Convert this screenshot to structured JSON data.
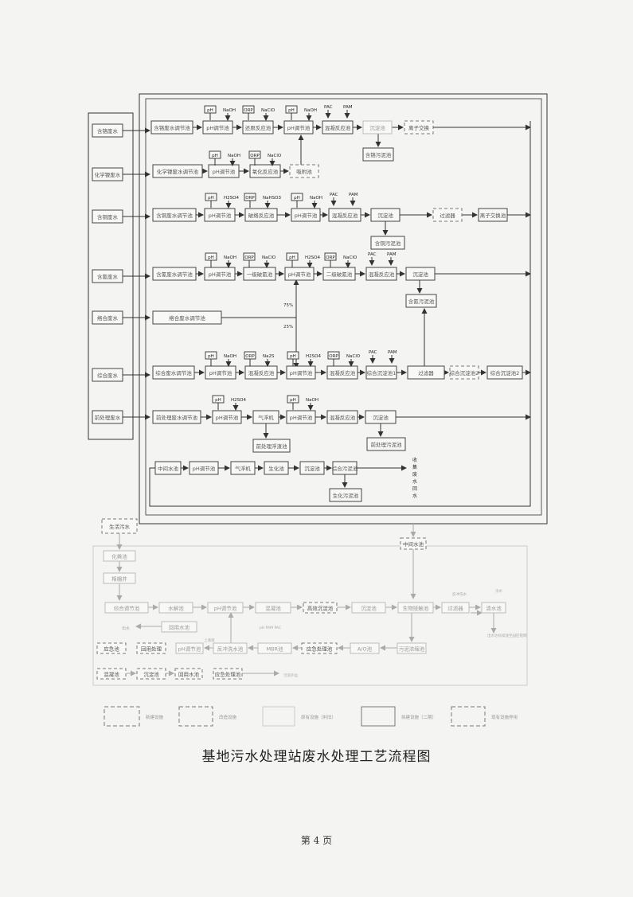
{
  "title": "基地污水处理站废水处理工艺流程图",
  "page_number": "第 4 页",
  "side_annotations": {
    "pct_75": "75%",
    "pct_25": "25%",
    "vertical_label": "收集废水回水"
  },
  "sources": [
    {
      "id": "s1",
      "label": "含铬废水"
    },
    {
      "id": "s2",
      "label": "化学镍废水"
    },
    {
      "id": "s3",
      "label": "含铜废水"
    },
    {
      "id": "s4",
      "label": "含氰废水"
    },
    {
      "id": "s5",
      "label": "络合废水"
    },
    {
      "id": "s6",
      "label": "综合废水"
    },
    {
      "id": "s7",
      "label": "前处理废水"
    }
  ],
  "boxes": [
    {
      "id": "r1_0",
      "label": "含铬废水调节池"
    },
    {
      "id": "r1_1",
      "label": "pH调节池"
    },
    {
      "id": "r1_2",
      "label": "还原反应池"
    },
    {
      "id": "r1_3",
      "label": "pH调节池"
    },
    {
      "id": "r1_4",
      "label": "混凝反应池"
    },
    {
      "id": "r1_5",
      "label": "沉淀池"
    },
    {
      "id": "r1_6",
      "label": "离子交换"
    },
    {
      "id": "r1_7",
      "label": "含铬污泥池"
    },
    {
      "id": "r2_0",
      "label": "化学镍废水调节池"
    },
    {
      "id": "r2_1",
      "label": "pH调节池"
    },
    {
      "id": "r2_2",
      "label": "氧化反应池"
    },
    {
      "id": "r2_3",
      "label": "吸附池"
    },
    {
      "id": "r3_0",
      "label": "含铜废水调节池"
    },
    {
      "id": "r3_1",
      "label": "pH调节池"
    },
    {
      "id": "r3_2",
      "label": "破络反应池"
    },
    {
      "id": "r3_3",
      "label": "pH调节池"
    },
    {
      "id": "r3_4",
      "label": "混凝反应池"
    },
    {
      "id": "r3_5",
      "label": "沉淀池"
    },
    {
      "id": "r3_6",
      "label": "过滤器"
    },
    {
      "id": "r3_7",
      "label": "离子交换池"
    },
    {
      "id": "r3_8",
      "label": "含铜污泥池"
    },
    {
      "id": "r4_0",
      "label": "含氰废水调节池"
    },
    {
      "id": "r4_1",
      "label": "pH调节池"
    },
    {
      "id": "r4_2",
      "label": "一级破氰池"
    },
    {
      "id": "r4_3",
      "label": "pH调节池"
    },
    {
      "id": "r4_4",
      "label": "二级破氰池"
    },
    {
      "id": "r4_5",
      "label": "混凝反应池"
    },
    {
      "id": "r4_6",
      "label": "沉淀池"
    },
    {
      "id": "r4_7",
      "label": "含氰污泥池"
    },
    {
      "id": "r5_0",
      "label": "络合废水调节池"
    },
    {
      "id": "r6_0",
      "label": "综合废水调节池"
    },
    {
      "id": "r6_1",
      "label": "pH调节池"
    },
    {
      "id": "r6_2",
      "label": "混凝反应池"
    },
    {
      "id": "r6_3",
      "label": "pH调节池"
    },
    {
      "id": "r6_4",
      "label": "混凝反应池"
    },
    {
      "id": "r6_5",
      "label": "综合沉淀池1"
    },
    {
      "id": "r6_6",
      "label": "过滤器"
    },
    {
      "id": "r6_7",
      "label": "综合沉淀池2"
    },
    {
      "id": "r7_0",
      "label": "前处理废水调节池"
    },
    {
      "id": "r7_1",
      "label": "pH调节池"
    },
    {
      "id": "r7_2",
      "label": "气浮机"
    },
    {
      "id": "r7_3",
      "label": "pH调节池"
    },
    {
      "id": "r7_4",
      "label": "混凝反应池"
    },
    {
      "id": "r7_5",
      "label": "沉淀池"
    },
    {
      "id": "r7_6",
      "label": "前处理污泥池"
    },
    {
      "id": "r7_7",
      "label": "前处理浮渣池"
    },
    {
      "id": "r8_0",
      "label": "中间水池"
    },
    {
      "id": "r8_1",
      "label": "pH调节池"
    },
    {
      "id": "r8_2",
      "label": "气浮机"
    },
    {
      "id": "r8_3",
      "label": "生化池"
    },
    {
      "id": "r8_4",
      "label": "沉淀池"
    },
    {
      "id": "r8_5",
      "label": "综合污泥池"
    },
    {
      "id": "r8_6",
      "label": "生化污泥池"
    },
    {
      "id": "b_0",
      "label": "生活污水"
    },
    {
      "id": "b_1",
      "label": "化粪池"
    },
    {
      "id": "b_2",
      "label": "格栅井"
    },
    {
      "id": "b_3",
      "label": "综合调节池"
    },
    {
      "id": "b_4",
      "label": "水解池"
    },
    {
      "id": "b_5",
      "label": "pH调节池"
    },
    {
      "id": "b_6",
      "label": "混凝池"
    },
    {
      "id": "b_7",
      "label": "高效沉淀池"
    },
    {
      "id": "b_8",
      "label": "沉淀池"
    },
    {
      "id": "b_9",
      "label": "生物接触池"
    },
    {
      "id": "b_10",
      "label": "过滤器"
    },
    {
      "id": "b_11",
      "label": "清水池"
    },
    {
      "id": "b_12",
      "label": "应急池"
    },
    {
      "id": "b_13",
      "label": "回用水池"
    },
    {
      "id": "b_14",
      "label": "反冲洗水池"
    },
    {
      "id": "b_15",
      "label": "MBR池"
    },
    {
      "id": "b_16",
      "label": "A/O池"
    },
    {
      "id": "b_17",
      "label": "中间水池"
    },
    {
      "id": "b_18",
      "label": "应急处理池"
    },
    {
      "id": "b_19",
      "label": "污泥浓缩池"
    },
    {
      "id": "b_20",
      "label": "pH调节池"
    },
    {
      "id": "b_21",
      "label": "回用处理"
    },
    {
      "id": "b_22",
      "label": "混凝池"
    },
    {
      "id": "b_23",
      "label": "沉淀池"
    },
    {
      "id": "b_24",
      "label": "回用水池"
    }
  ],
  "dosing": [
    {
      "id": "d1a",
      "tag": "pH",
      "chem": "NaOH"
    },
    {
      "id": "d1b",
      "tag": "ORP",
      "chem": "NaClO"
    },
    {
      "id": "d1c",
      "tag": "pH",
      "chem": "NaOH"
    },
    {
      "id": "d2a",
      "tag": "pH",
      "chem": "NaOH"
    },
    {
      "id": "d2b",
      "tag": "ORP",
      "chem": "NaClO"
    },
    {
      "id": "d3a",
      "tag": "pH",
      "chem": "H2SO4"
    },
    {
      "id": "d3b",
      "tag": "ORP",
      "chem": "NaHSO3"
    },
    {
      "id": "d3c",
      "tag": "pH",
      "chem": "NaOH"
    },
    {
      "id": "d4a",
      "tag": "pH",
      "chem": "NaOH"
    },
    {
      "id": "d4b",
      "tag": "ORP",
      "chem": "NaClO"
    },
    {
      "id": "d4c",
      "tag": "pH",
      "chem": "H2SO4"
    },
    {
      "id": "d4d",
      "tag": "ORP",
      "chem": "NaClO"
    },
    {
      "id": "d6a",
      "tag": "pH",
      "chem": "NaOH"
    },
    {
      "id": "d6b",
      "tag": "ORP",
      "chem": "Na2S"
    },
    {
      "id": "d6c",
      "tag": "pH",
      "chem": "H2SO4"
    },
    {
      "id": "d6d",
      "tag": "ORP",
      "chem": "NaClO"
    },
    {
      "id": "d7a",
      "tag": "pH",
      "chem": "H2SO4"
    },
    {
      "id": "d7c",
      "tag": "pH",
      "chem": "NaOH"
    }
  ],
  "pac_pam": [
    {
      "id": "p1",
      "a": "PAC",
      "b": "PAM"
    },
    {
      "id": "p3",
      "a": "PAC",
      "b": "PAM"
    },
    {
      "id": "p4",
      "a": "PAC",
      "b": "PAM"
    },
    {
      "id": "p6",
      "a": "PAC",
      "b": "PAM"
    }
  ],
  "small_labels": [
    {
      "id": "sl1",
      "label": "pH PAM PAC"
    },
    {
      "id": "sl2",
      "label": "出水"
    },
    {
      "id": "sl3",
      "label": "反冲洗水"
    },
    {
      "id": "sl4",
      "label": "浓水"
    },
    {
      "id": "sl5",
      "label": "出水达标排放至园区管网"
    },
    {
      "id": "sl6",
      "label": "污泥外运"
    },
    {
      "id": "sl7",
      "label": "上清液"
    }
  ],
  "legend": [
    {
      "id": "lg1",
      "label": "新建设施"
    },
    {
      "id": "lg2",
      "label": "改造设施"
    },
    {
      "id": "lg3",
      "label": "原有设施（利旧）"
    },
    {
      "id": "lg4",
      "label": "拟建设施（二期）"
    },
    {
      "id": "lg5",
      "label": "现有设施停用"
    }
  ]
}
